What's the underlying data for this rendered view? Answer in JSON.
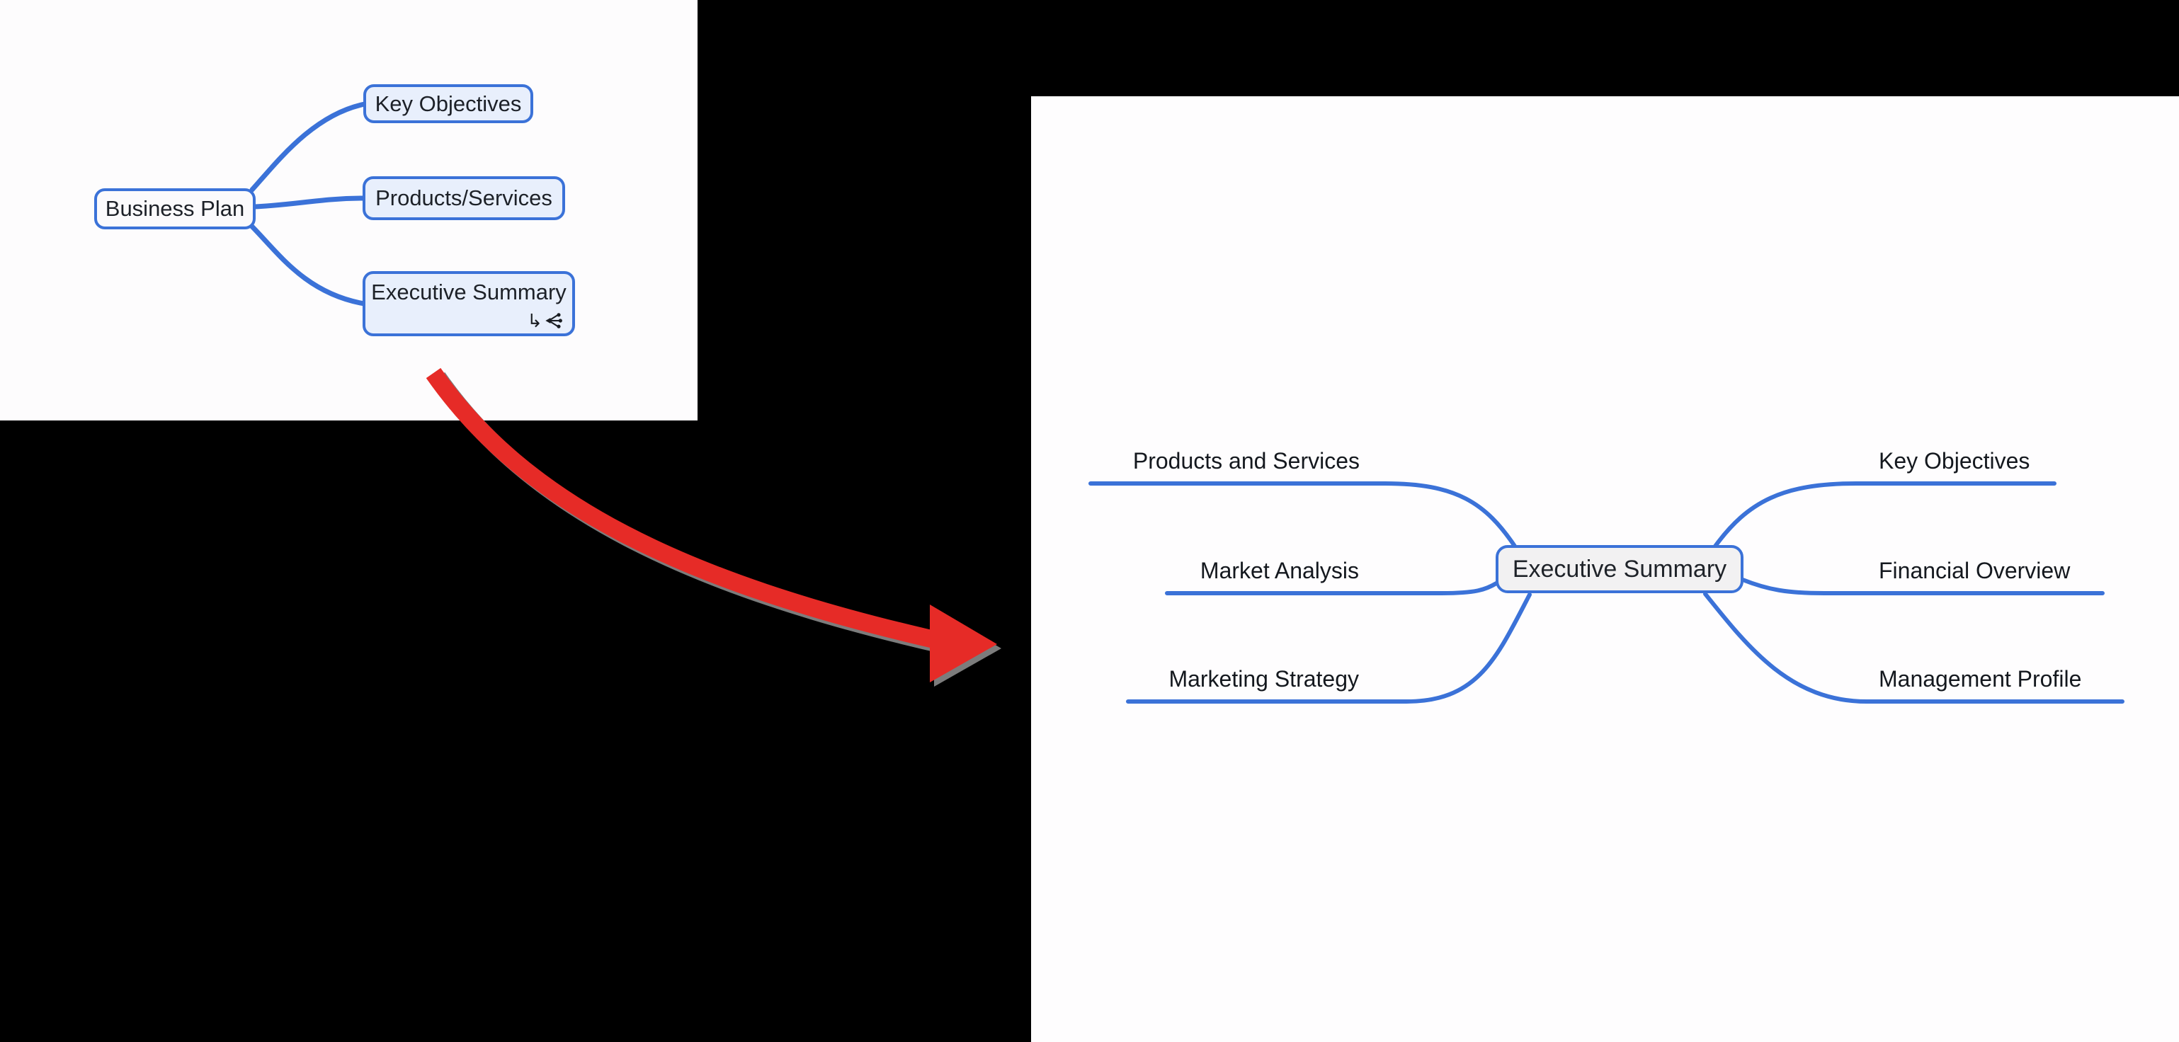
{
  "left_map": {
    "root": {
      "label": "Business Plan"
    },
    "children": [
      {
        "label": "Key Objectives"
      },
      {
        "label": "Products/Services"
      },
      {
        "label": "Executive Summary",
        "icons": [
          "redirect-arrow-icon",
          "branch-icon"
        ],
        "redirect_glyph": "↳"
      }
    ]
  },
  "annotation_arrow": {
    "color": "#e62b27",
    "direction": "down-right"
  },
  "right_map": {
    "center": {
      "label": "Executive Summary"
    },
    "left_branches": [
      {
        "label": "Products and Services"
      },
      {
        "label": "Market Analysis"
      },
      {
        "label": "Marketing Strategy"
      }
    ],
    "right_branches": [
      {
        "label": "Key Objectives"
      },
      {
        "label": "Financial Overview"
      },
      {
        "label": "Management Profile"
      }
    ]
  },
  "colors": {
    "edge_blue": "#3b72d8",
    "node_fill_blue": "#e8effc",
    "node_fill_gray": "#f2f1f2",
    "panel_white": "#fdfcfd",
    "background_black": "#000000",
    "arrow_red": "#e62b27",
    "text_dark": "#1d2128"
  }
}
